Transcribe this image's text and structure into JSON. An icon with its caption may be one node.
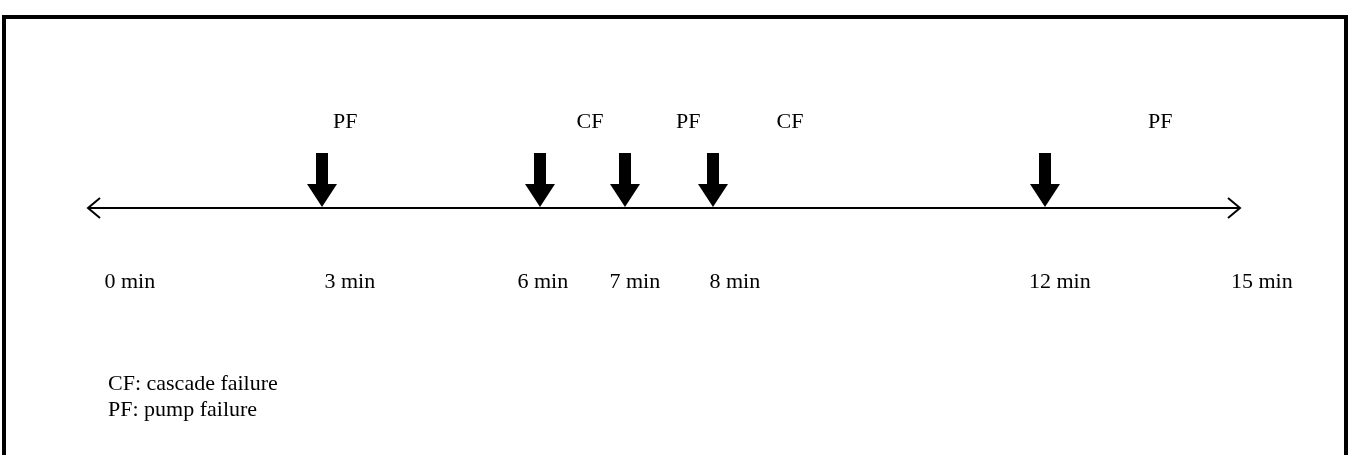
{
  "diagram": {
    "labels": [
      "PF",
      "CF",
      "PF",
      "CF",
      "PF",
      "0 min",
      "3 min",
      "6 min",
      "7 min",
      "8 min",
      "12 min",
      "15 min",
      "CF: cascade failure",
      "PF: pump failure"
    ]
  }
}
